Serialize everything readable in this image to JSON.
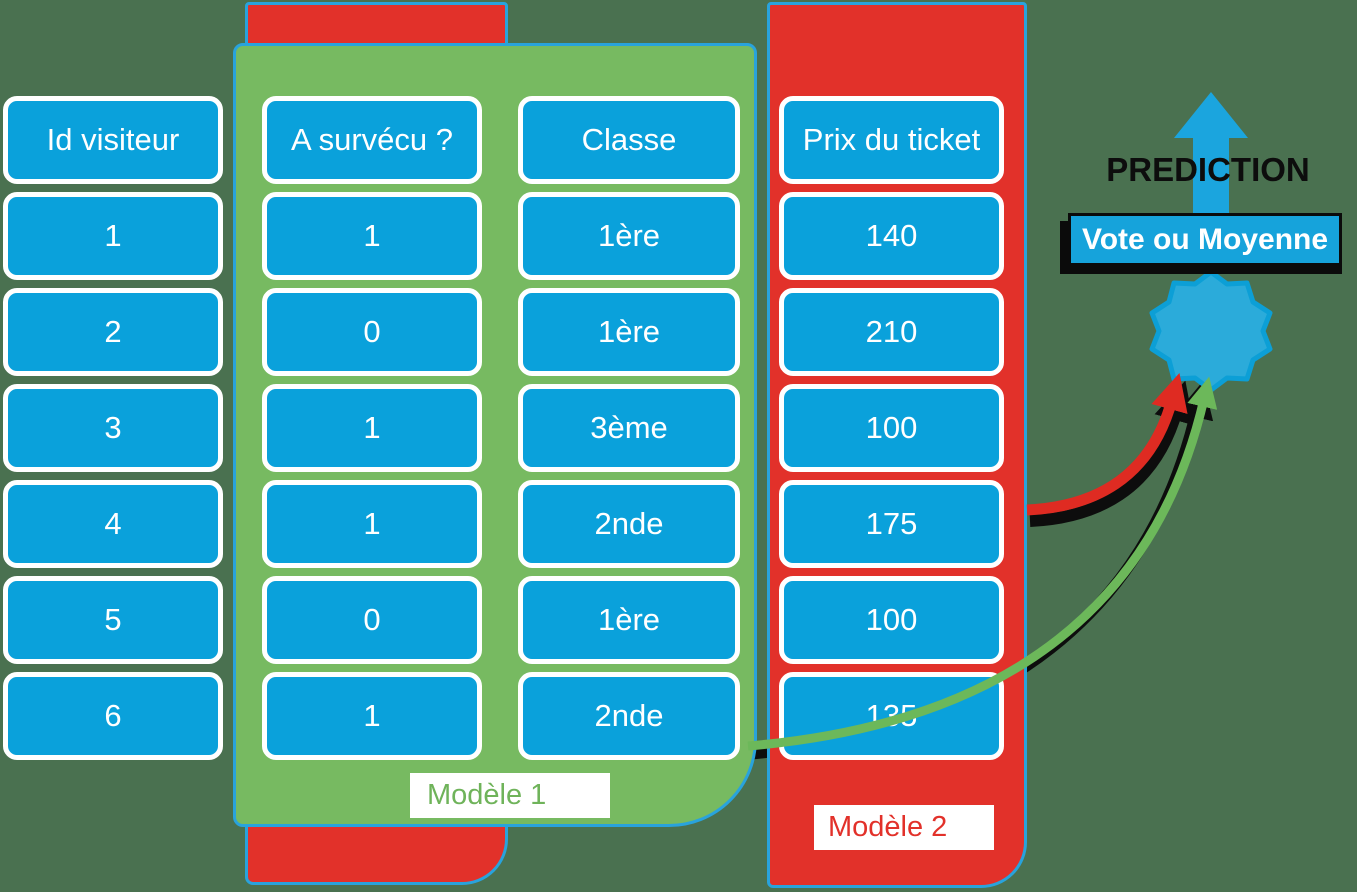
{
  "scene": {
    "background_color": "#4A7150",
    "prediction_label": "PREDICTION",
    "vote_box_label": "Vote ou Moyenne"
  },
  "panels": {
    "model1": {
      "label": "Modèle 1",
      "fill": "#77BA61",
      "border": "#29A3DC"
    },
    "model2": {
      "label": "Modèle 2",
      "fill": "#E2312A",
      "border": "#29A3DC"
    },
    "hidden_back_panel": {
      "fill": "#E2312A",
      "border": "#29A3DC"
    }
  },
  "table": {
    "columns": [
      {
        "id": "id-visiteur",
        "header": "Id visiteur",
        "values": [
          "1",
          "2",
          "3",
          "4",
          "5",
          "6"
        ]
      },
      {
        "id": "a-survecu",
        "header": "A survécu ?",
        "values": [
          "1",
          "0",
          "1",
          "1",
          "0",
          "1"
        ]
      },
      {
        "id": "classe",
        "header": "Classe",
        "values": [
          "1ère",
          "1ère",
          "3ème",
          "2nde",
          "1ère",
          "2nde"
        ]
      },
      {
        "id": "prix-du-ticket",
        "header": "Prix du ticket",
        "values": [
          "140",
          "210",
          "100",
          "175",
          "100",
          "135"
        ]
      }
    ]
  },
  "icons": {
    "up_arrow": "prediction-up-arrow",
    "starburst": "aggregation-starburst",
    "red_arrow": "model2-output-arrow",
    "green_arrow": "model1-output-arrow"
  },
  "colors": {
    "cell_blue": "#0AA1DB",
    "cell_border": "#FFFFFF",
    "panel_border_blue": "#29A3DC",
    "arrow_blue": "#1BA5DE",
    "starburst_fill": "#2BABDA",
    "starburst_stroke": "#0C9FD6",
    "arrow_red": "#DF2B22",
    "arrow_green": "#6CB85A",
    "shadow_black": "#0d0d0d",
    "vote_box_fill": "#16A3DB",
    "prediction_text": "#0d0d0d",
    "model1_text": "#6FB35A",
    "model2_text": "#E2312A"
  }
}
